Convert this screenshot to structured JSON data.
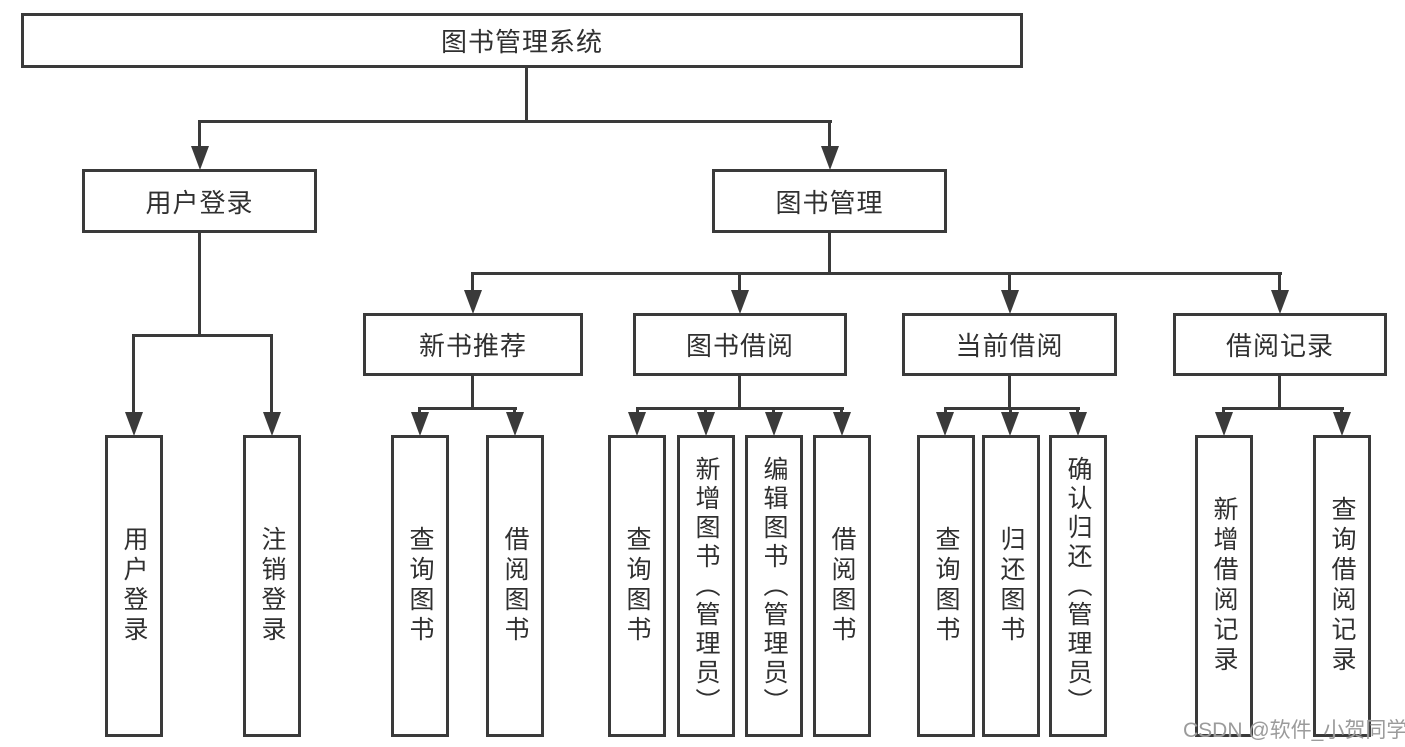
{
  "colors": {
    "stroke": "#3a3a3a",
    "text": "#303030",
    "watermark": "#9b9b9b",
    "background": "#ffffff"
  },
  "nodes": {
    "root": {
      "label": "图书管理系统"
    },
    "user_login": {
      "label": "用户登录"
    },
    "book_mgmt": {
      "label": "图书管理"
    },
    "login": {
      "label": "用户登录"
    },
    "logout": {
      "label": "注销登录"
    },
    "new_rec": {
      "label": "新书推荐"
    },
    "borrow": {
      "label": "图书借阅"
    },
    "current": {
      "label": "当前借阅"
    },
    "records": {
      "label": "借阅记录"
    },
    "rec_query": {
      "label": "查询图书"
    },
    "rec_borrow": {
      "label": "借阅图书"
    },
    "bor_query": {
      "label": "查询图书"
    },
    "bor_add": {
      "label": "新增图书（管理员）"
    },
    "bor_edit": {
      "label": "编辑图书（管理员）"
    },
    "bor_borrow": {
      "label": "借阅图书"
    },
    "cur_query": {
      "label": "查询图书"
    },
    "cur_return": {
      "label": "归还图书"
    },
    "cur_confirm": {
      "label": "确认归还（管理员）"
    },
    "recd_add": {
      "label": "新增借阅记录"
    },
    "recd_query": {
      "label": "查询借阅记录"
    }
  },
  "watermark": "CSDN @软件_小贺同学"
}
